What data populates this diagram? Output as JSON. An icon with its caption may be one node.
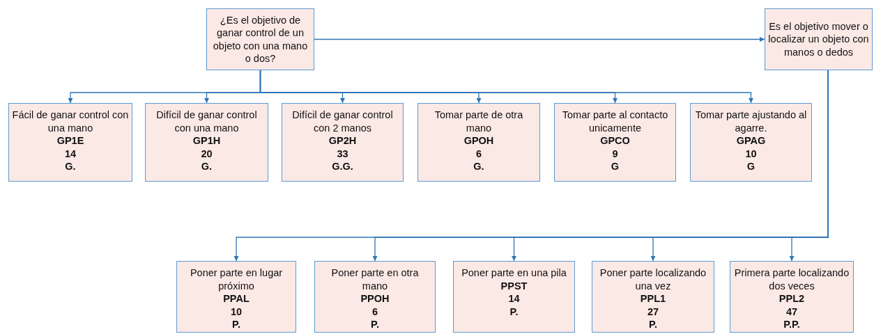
{
  "diagram": {
    "nodes": [
      {
        "text": [
          "¿Es el objetivo de ganar control de un objeto con una mano o dos?"
        ]
      },
      {
        "text": [
          "Es el objetivo mover o localizar un objeto con manos o dedos"
        ]
      },
      {
        "text": [
          "Fácil de ganar control con una mano",
          "GP1E",
          "14",
          "G."
        ]
      },
      {
        "text": [
          "Difícil de ganar control con una mano",
          "GP1H",
          "20",
          "G."
        ]
      },
      {
        "text": [
          "Difícil de ganar control con 2 manos",
          "GP2H",
          "33",
          "G.G."
        ]
      },
      {
        "text": [
          "Tomar parte de otra mano",
          "GPOH",
          "6",
          "G."
        ]
      },
      {
        "text": [
          "Tomar parte al contacto unicamente",
          "GPCO",
          "9",
          "G"
        ]
      },
      {
        "text": [
          "Tomar parte ajustando al agarre.",
          "GPAG",
          "10",
          "G"
        ]
      },
      {
        "text": [
          "Poner parte en lugar próximo",
          "PPAL",
          "10",
          "P."
        ]
      },
      {
        "text": [
          "Poner parte en otra mano",
          "PPOH",
          "6",
          "P."
        ]
      },
      {
        "text": [
          "Poner parte en una pila",
          "PPST",
          "14",
          "P."
        ]
      },
      {
        "text": [
          "Poner parte localizando una vez",
          "PPL1",
          "27",
          "P."
        ]
      },
      {
        "text": [
          "Primera parte localizando dos veces",
          "PPL2",
          "47",
          "P.P."
        ]
      }
    ],
    "edges": [
      {
        "from": 0,
        "to": 1,
        "arrow": "to"
      },
      {
        "from": 0,
        "to": 2,
        "arrow": "to"
      },
      {
        "from": 0,
        "to": 3,
        "arrow": "to"
      },
      {
        "from": 0,
        "to": 4,
        "arrow": "to"
      },
      {
        "from": 0,
        "to": 5,
        "arrow": "to"
      },
      {
        "from": 0,
        "to": 6,
        "arrow": "to"
      },
      {
        "from": 0,
        "to": 7,
        "arrow": "to"
      },
      {
        "from": 1,
        "to": 8,
        "arrow": "to"
      },
      {
        "from": 1,
        "to": 9,
        "arrow": "to"
      },
      {
        "from": 1,
        "to": 10,
        "arrow": "to"
      },
      {
        "from": 1,
        "to": 11,
        "arrow": "to"
      },
      {
        "from": 1,
        "to": 12,
        "arrow": "to"
      }
    ]
  }
}
